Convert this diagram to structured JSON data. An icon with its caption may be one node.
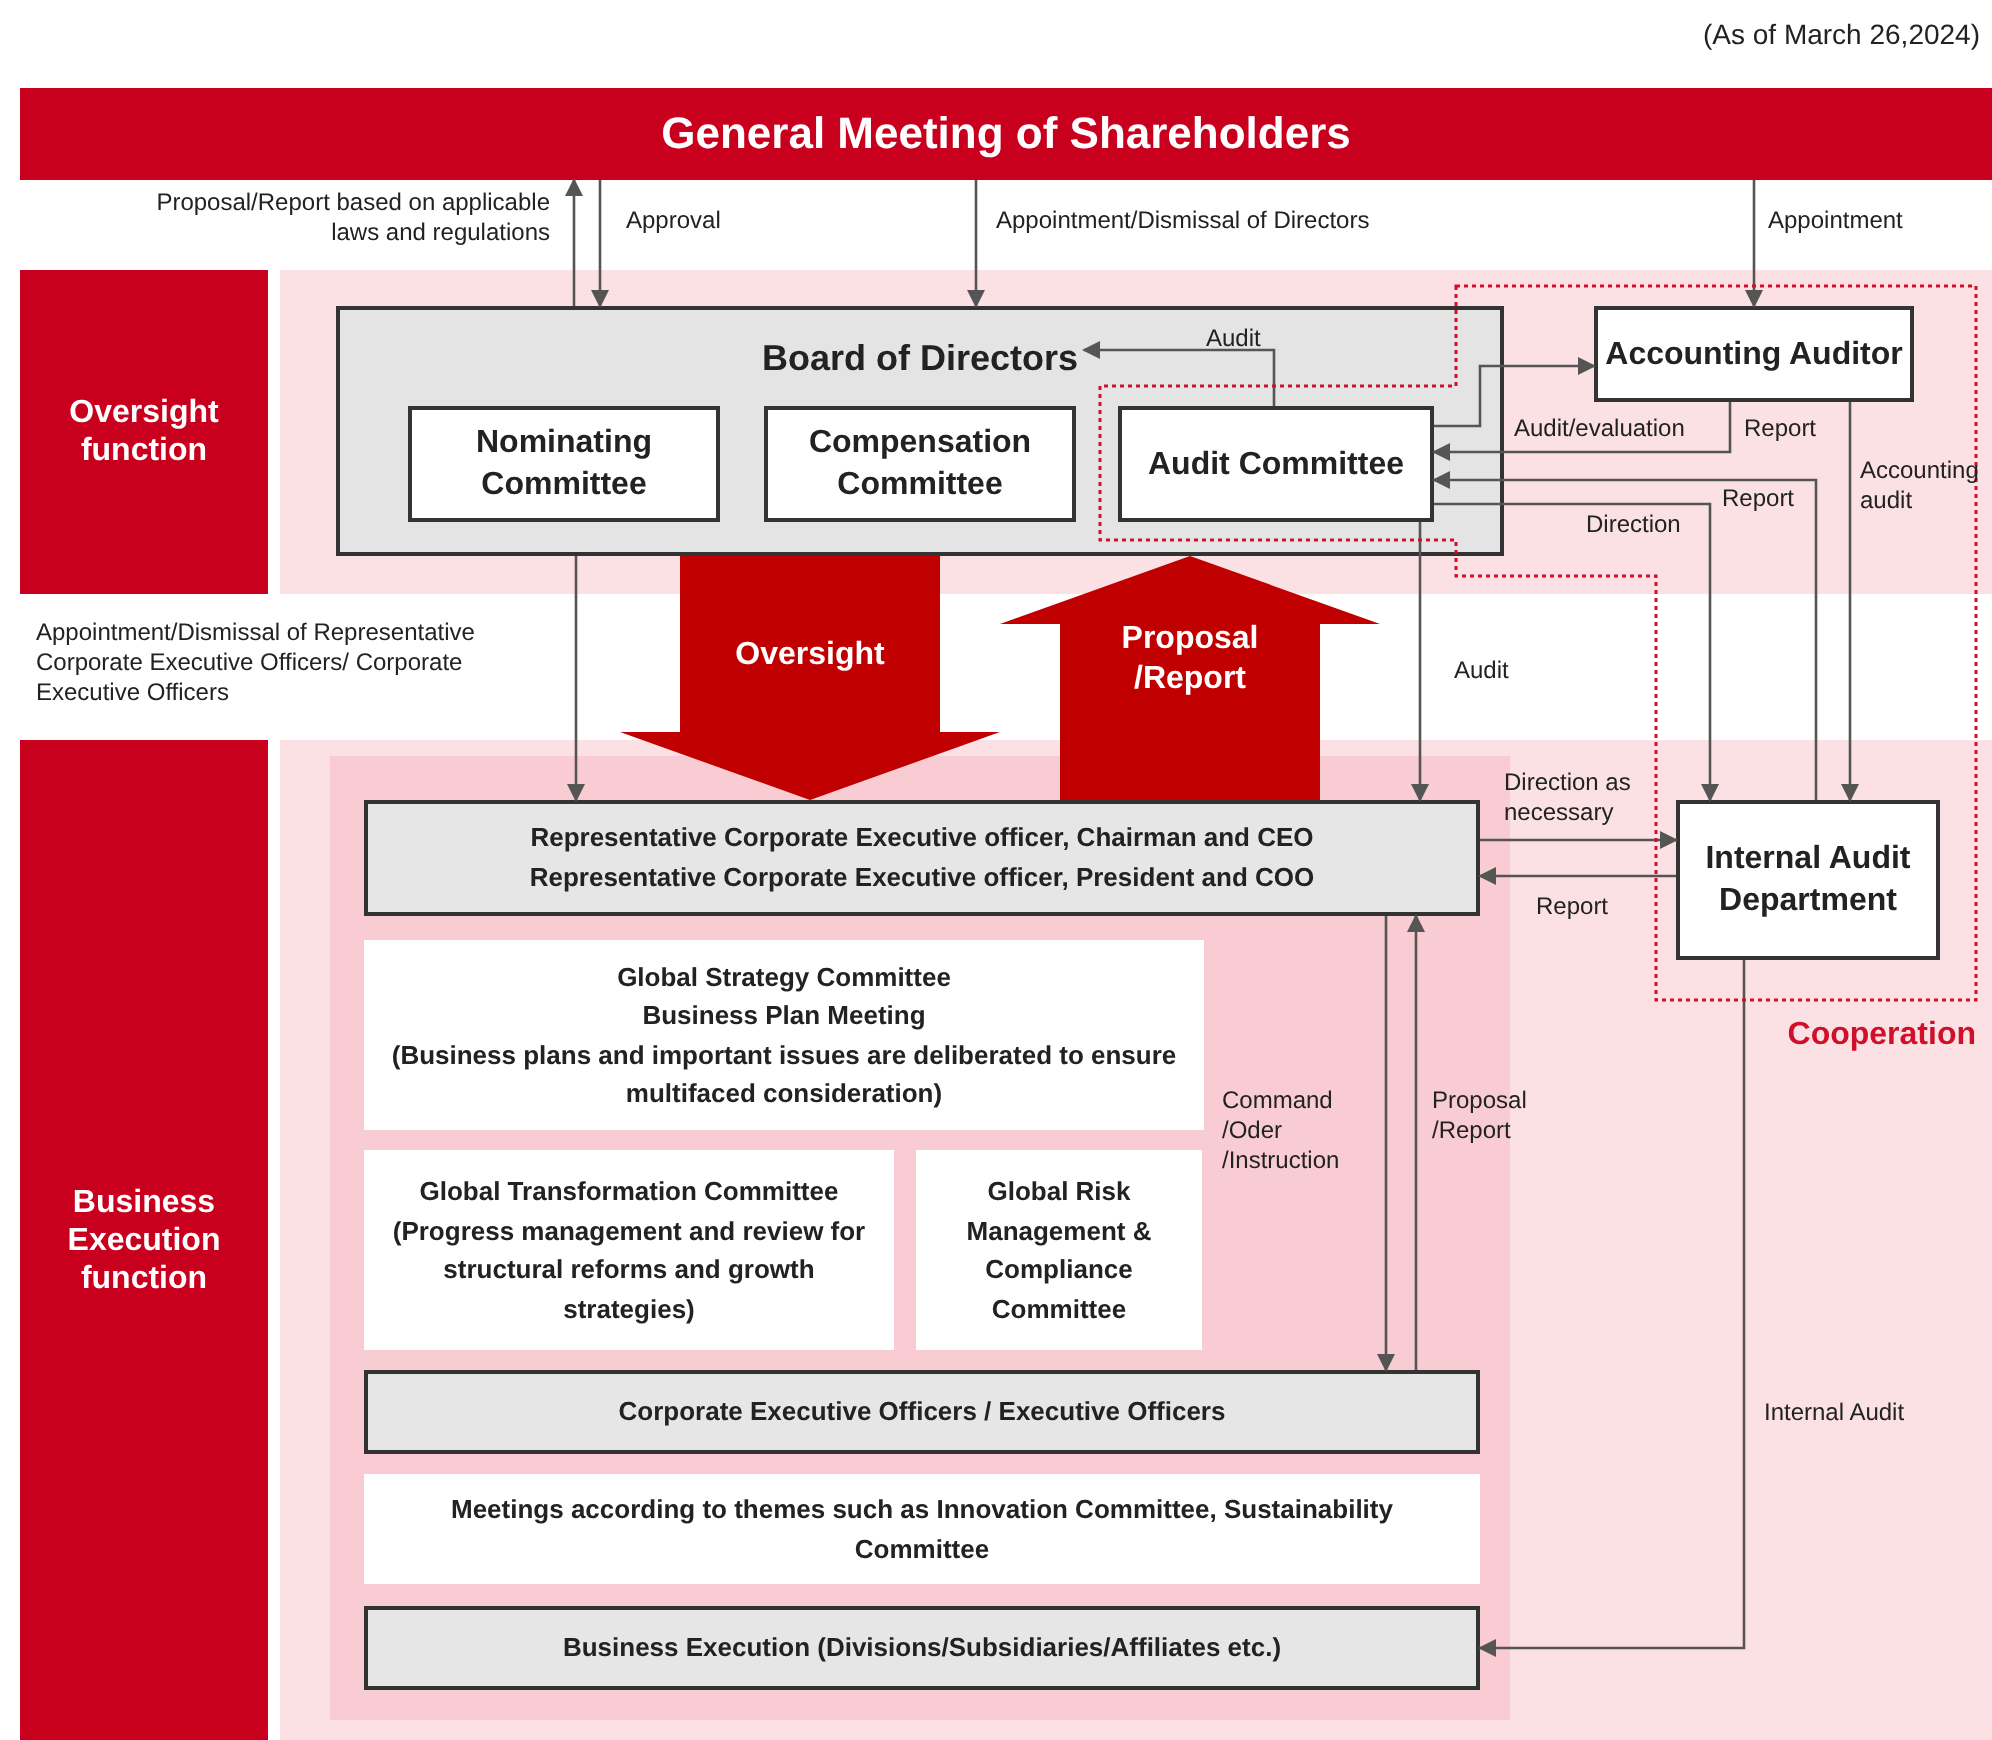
{
  "diagram": {
    "nodes": [
      {
        "text": [
          "General Meeting of Shareholders"
        ]
      },
      {
        "text": [
          "Oversight function"
        ]
      },
      {
        "text": [
          "Board of Directors"
        ]
      },
      {
        "text": [
          "Nominating Committee"
        ],
        "in": 2
      },
      {
        "text": [
          "Compensation Committee"
        ],
        "in": 2
      },
      {
        "text": [
          "Audit Committee"
        ],
        "in": 2
      },
      {
        "text": [
          "Accounting Auditor"
        ]
      },
      {
        "text": [
          "Business Execution function"
        ]
      },
      {
        "text": [
          "Representative Corporate Executive officer, Chairman and CEO Representative Corporate Executive officer, President and COO"
        ]
      },
      {
        "text": [
          "Internal Audit Department"
        ]
      },
      {
        "text": [
          "Global Strategy Committee",
          "Business Plan Meeting",
          "(Business plans and important issues are deliberated to ensure multifaced consideration)"
        ]
      },
      {
        "text": [
          "Global Transformation Committee",
          "(Progress management and review for structural reforms and growth strategies)"
        ]
      },
      {
        "text": [
          "Global Risk Management & Compliance Committee"
        ]
      },
      {
        "text": [
          "Corporate Executive Officers / Executive Officers"
        ]
      },
      {
        "text": [
          "Meetings according to themes such as Innovation Committee, Sustainability Committee"
        ]
      },
      {
        "text": [
          "Business Execution (Divisions/Subsidiaries/Affiliates etc.)"
        ]
      }
    ],
    "edges": [
      {
        "from": 2,
        "to": 0,
        "arrow": "to",
        "label": "Proposal/Report based on applicable laws and regulations"
      },
      {
        "from": 0,
        "to": 2,
        "arrow": "to",
        "label": "Approval"
      },
      {
        "from": 0,
        "to": 2,
        "arrow": "to",
        "label": "Appointment/Dismissal of Directors"
      },
      {
        "from": 0,
        "to": 6,
        "arrow": "to",
        "label": "Appointment"
      },
      {
        "from": 5,
        "to": 2,
        "arrow": "to",
        "label": "Audit"
      },
      {
        "from": 5,
        "to": 6,
        "arrow": "to",
        "label": "Audit/evaluation"
      },
      {
        "from": 6,
        "to": 5,
        "arrow": "to",
        "label": "Report"
      },
      {
        "from": 9,
        "to": 5,
        "arrow": "to",
        "label": "Report"
      },
      {
        "from": 5,
        "to": 9,
        "arrow": "to",
        "label": "Direction"
      },
      {
        "from": 6,
        "to": 9,
        "arrow": "to",
        "label": "Accounting audit"
      },
      {
        "from": 2,
        "to": 8,
        "arrow": "to",
        "label": "Appointment/Dismissal of Representative Corporate Executive Officers/ Corporate Executive Officers"
      },
      {
        "from": 5,
        "to": 8,
        "arrow": "to",
        "label": "Audit"
      },
      {
        "from": 2,
        "to": 8,
        "arrow": "to",
        "label": "Oversight",
        "style": "thick",
        "color": "#c00000"
      },
      {
        "from": 8,
        "to": 2,
        "arrow": "to",
        "label": "Proposal /Report",
        "style": "thick",
        "color": "#c00000"
      },
      {
        "from": 8,
        "to": 9,
        "arrow": "to",
        "label": "Direction as necessary"
      },
      {
        "from": 9,
        "to": 8,
        "arrow": "to",
        "label": "Report"
      },
      {
        "from": 8,
        "to": 13,
        "arrow": "to",
        "label": "Command /Oder /Instruction"
      },
      {
        "from": 13,
        "to": 8,
        "arrow": "to",
        "label": "Proposal /Report"
      },
      {
        "from": 9,
        "to": 15,
        "arrow": "to",
        "label": "Internal Audit"
      }
    ],
    "labels": [
      "(As of March 26,2024)",
      "Cooperation"
    ]
  }
}
